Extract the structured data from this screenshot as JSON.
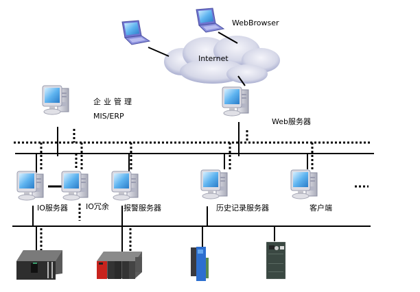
{
  "diagram": {
    "title": "",
    "nodes": {
      "laptop_left": {
        "label": ""
      },
      "laptop_right": {
        "label": "WebBrowser"
      },
      "internet": {
        "label": "Internet"
      },
      "enterprise": {
        "label_line1": "企业管理",
        "label_line2": "MIS/ERP"
      },
      "web_server": {
        "label": "Web服务器"
      },
      "io_server": {
        "label": "IO服务器"
      },
      "io_redundant": {
        "label": "IO冗余"
      },
      "alarm_server": {
        "label": "报警服务器"
      },
      "history_server": {
        "label": "历史记录服务器"
      },
      "client": {
        "label": "客户端"
      },
      "more": {
        "label": "····"
      }
    },
    "devices": [
      "plc-dark",
      "plc-red",
      "io-module-blue",
      "inverter"
    ],
    "networks": [
      "upper-ethernet-redundant",
      "upper-ethernet",
      "fieldbus"
    ],
    "colors": {
      "line": "#000000",
      "screen": "#5fb4f0",
      "laptop": "#6f74d0",
      "cloud": "#c7cbe0",
      "plc_red": "#c8231d"
    }
  }
}
